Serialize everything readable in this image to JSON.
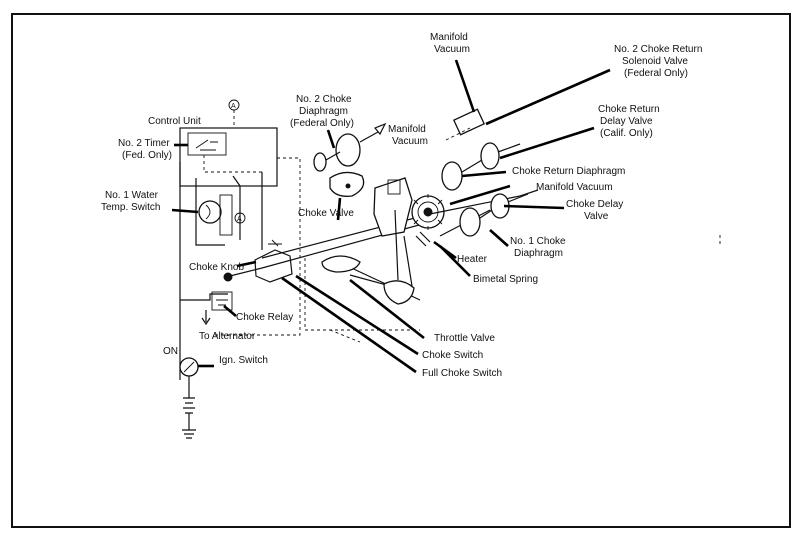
{
  "labels": {
    "control_unit": "Control Unit",
    "no2_timer_1": "No. 2 Timer",
    "no2_timer_2": "(Fed. Only)",
    "water_temp_1": "No. 1 Water",
    "water_temp_2": "Temp. Switch",
    "choke_knob": "Choke Knob",
    "choke_relay": "Choke Relay",
    "to_alternator": "To Alternator",
    "on": "ON",
    "ign_switch": "Ign. Switch",
    "no2_diaphragm_1": "No. 2 Choke",
    "no2_diaphragm_2": "Diaphragm",
    "no2_diaphragm_3": "(Federal Only)",
    "manifold_vacuum_left_1": "Manifold",
    "manifold_vacuum_left_2": "Vacuum",
    "choke_valve": "Choke Valve",
    "manifold_vacuum_top_1": "Manifold",
    "manifold_vacuum_top_2": "Vacuum",
    "solenoid_1": "No. 2 Choke Return",
    "solenoid_2": "Solenoid Valve",
    "solenoid_3": "(Federal Only)",
    "delay_valve_1": "Choke Return",
    "delay_valve_2": "Delay Valve",
    "delay_valve_3": "(Calif. Only)",
    "return_diaphragm": "Choke Return Diaphragm",
    "manifold_vacuum_mid": "Manifold Vacuum",
    "choke_delay_1": "Choke Delay",
    "choke_delay_2": "Valve",
    "no1_diaphragm_1": "No. 1 Choke",
    "no1_diaphragm_2": "Diaphragm",
    "heater": "Heater",
    "bimetal_spring": "Bimetal Spring",
    "throttle_valve": "Throttle Valve",
    "choke_switch": "Choke Switch",
    "full_choke_switch": "Full Choke Switch",
    "marker_a": "A"
  }
}
